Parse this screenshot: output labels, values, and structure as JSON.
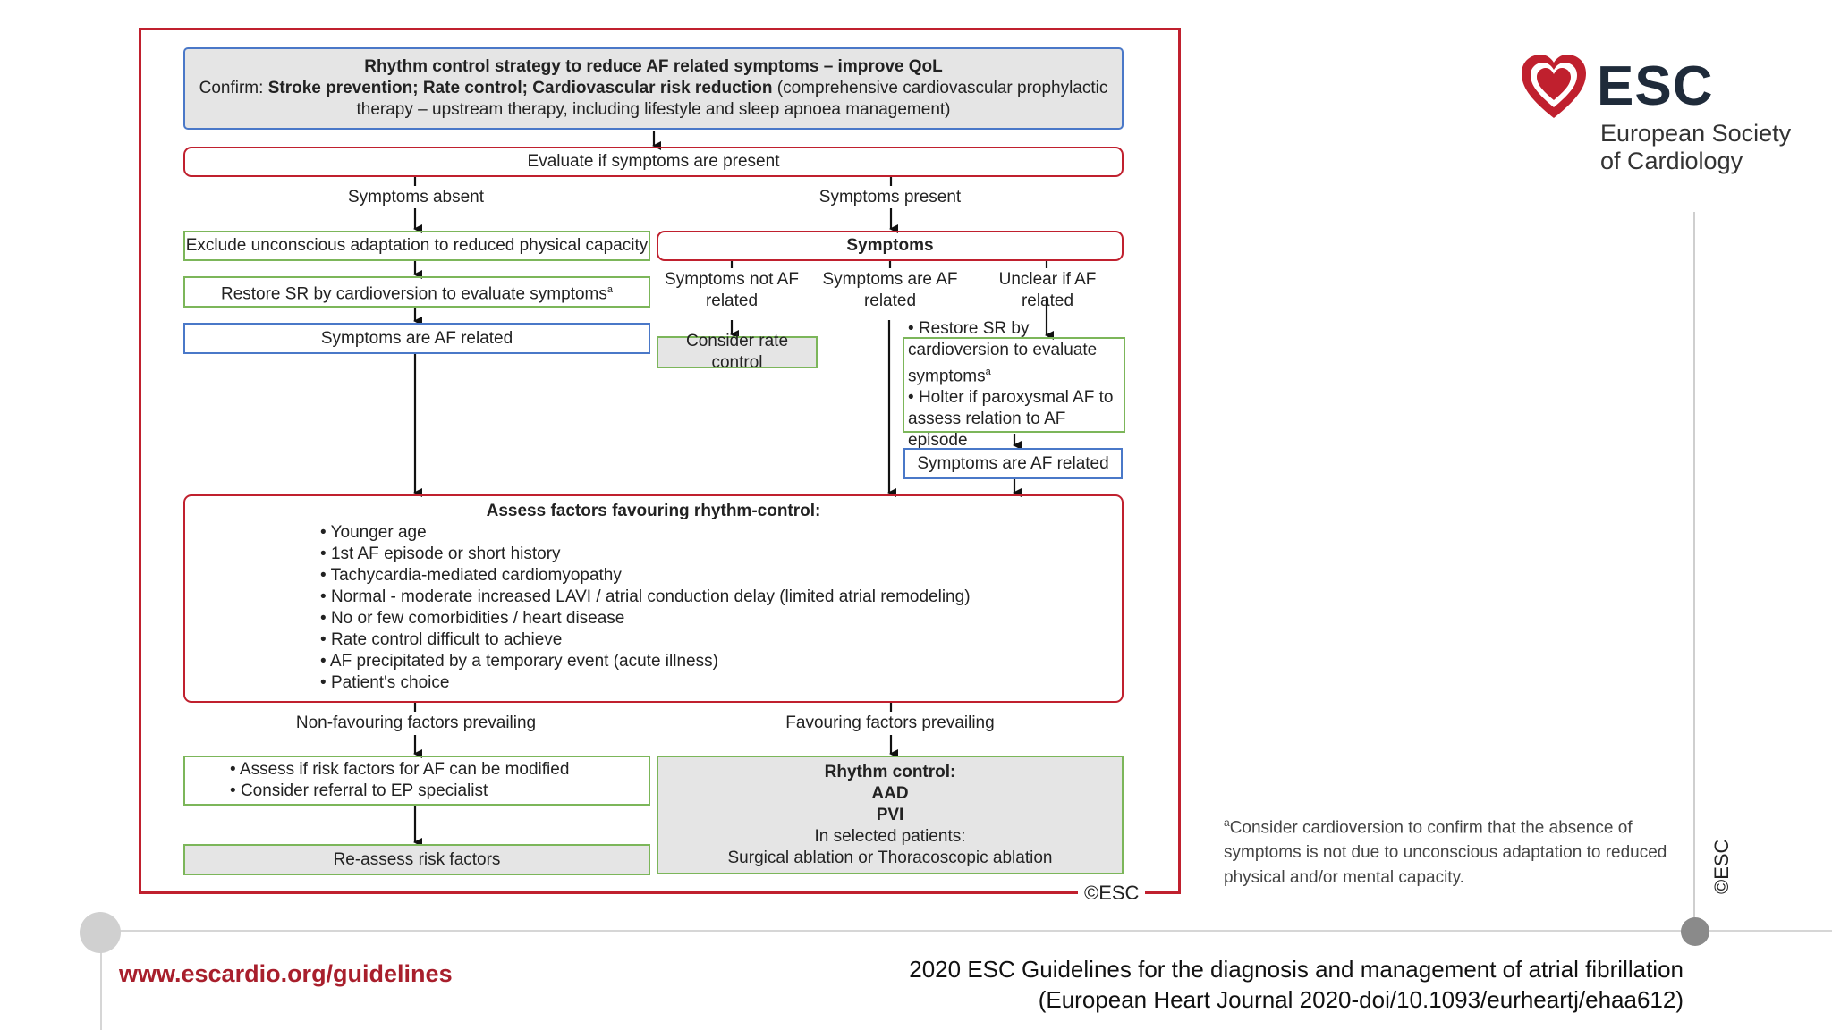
{
  "top_box": {
    "title": "Rhythm control strategy to reduce AF related symptoms – improve QoL",
    "confirm_prefix": "Confirm: ",
    "confirm_bold": "Stroke prevention; Rate control; Cardiovascular risk reduction",
    "confirm_rest": " (comprehensive cardiovascular prophylactic",
    "line3": "therapy – upstream therapy, including lifestyle and sleep apnoea management)"
  },
  "evaluate": "Evaluate if symptoms are present",
  "symptoms_absent": "Symptoms absent",
  "symptoms_present": "Symptoms present",
  "left_branch": {
    "exclude": "Exclude unconscious adaptation to reduced physical capacity",
    "restore_sr": "Restore SR by cardioversion to evaluate symptoms",
    "restore_sup": "a",
    "af_related": "Symptoms are AF related"
  },
  "right_branch": {
    "symptoms_header": "Symptoms",
    "not_af_related": "Symptoms not AF related",
    "are_af_related": "Symptoms are AF related",
    "unclear": "Unclear if AF related",
    "rate_control": "Consider rate control",
    "restore_items": [
      "Restore SR by cardioversion to evaluate symptoms",
      "Holter if paroxysmal AF to assess relation to AF episode"
    ],
    "restore_sup": "a",
    "af_related": "Symptoms are AF related"
  },
  "assess": {
    "title": "Assess factors favouring rhythm-control:",
    "items": [
      "Younger age",
      "1st AF episode or short history",
      "Tachycardia-mediated cardiomyopathy",
      "Normal - moderate increased LAVI / atrial conduction delay (limited atrial remodeling)",
      "No or few comorbidities / heart disease",
      "Rate control difficult to achieve",
      "AF precipitated by a temporary event (acute illness)",
      "Patient's choice"
    ]
  },
  "non_favouring": "Non-favouring factors prevailing",
  "favouring": "Favouring factors prevailing",
  "left_bottom": {
    "items": [
      "Assess if risk factors for AF can be modified",
      "Consider referral to EP specialist"
    ],
    "reassess": "Re-assess risk factors"
  },
  "rhythm_control": {
    "title": "Rhythm control:",
    "line1": "AAD",
    "line2": "PVI",
    "line3": "In selected patients:",
    "line4": "Surgical ablation or Thoracoscopic ablation"
  },
  "copyright_diagram": "©ESC",
  "logo": {
    "acronym": "ESC",
    "line1": "European Society",
    "line2": "of Cardiology"
  },
  "footnote_sup": "a",
  "footnote": "Consider cardioversion to confirm that the absence of symptoms is not due to unconscious adaptation to reduced physical and/or mental capacity.",
  "side_copyright": "©ESC",
  "footer": {
    "url": "www.escardio.org/guidelines",
    "citation_line1": "2020 ESC Guidelines for the diagnosis and management of atrial fibrillation",
    "citation_line2": "(European Heart Journal 2020-doi/10.1093/eurheartj/ehaa612)"
  },
  "colors": {
    "brand_red": "#c0202e",
    "box_blue": "#4a78c8",
    "box_green": "#7cb65a",
    "grey_fill": "#e5e5e5"
  }
}
